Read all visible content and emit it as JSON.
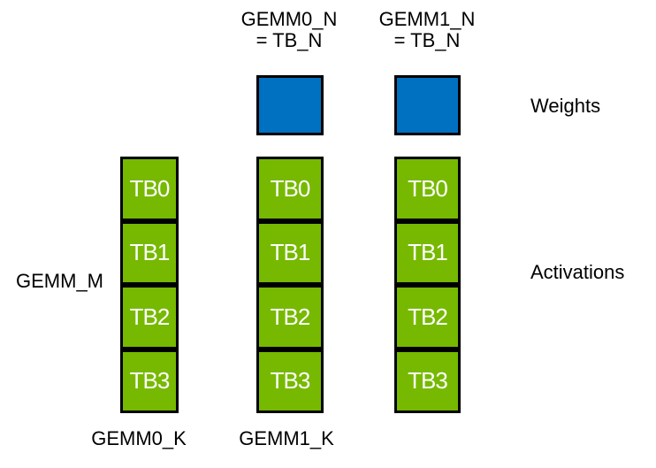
{
  "diagram": {
    "description_labels": {
      "gemm0_n_line1": "GEMM0_N",
      "gemm0_n_line2": "= TB_N",
      "gemm1_n_line1": "GEMM1_N",
      "gemm1_n_line2": "= TB_N",
      "weights": "Weights",
      "activations": "Activations",
      "gemm_m": "GEMM_M",
      "gemm0_k": "GEMM0_K",
      "gemm1_k": "GEMM1_K"
    },
    "columns": [
      {
        "id": "activations-column-0",
        "blocks": [
          "TB0",
          "TB1",
          "TB2",
          "TB3"
        ]
      },
      {
        "id": "activations-column-1",
        "blocks": [
          "TB0",
          "TB1",
          "TB2",
          "TB3"
        ]
      },
      {
        "id": "activations-column-2",
        "blocks": [
          "TB0",
          "TB1",
          "TB2",
          "TB3"
        ]
      }
    ],
    "weights_square_count": 2
  },
  "colors": {
    "weights_fill": "#0070C0",
    "activations_fill": "#76B900",
    "block_border": "#000000",
    "block_label_color": "#ffffff",
    "label_color": "#000000",
    "background": "#ffffff"
  }
}
